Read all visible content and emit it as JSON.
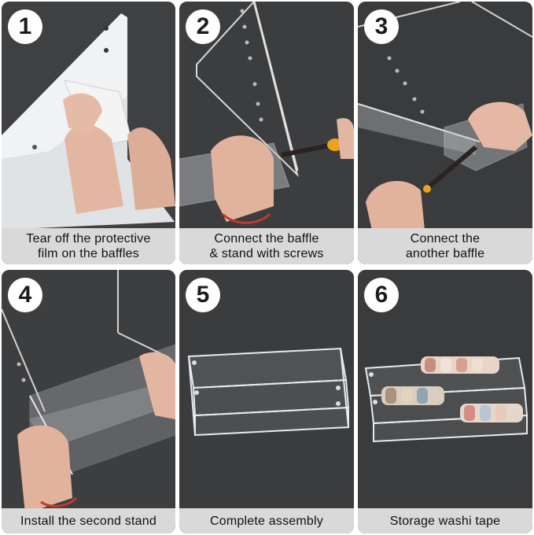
{
  "steps": [
    {
      "number": "1",
      "caption": "Tear off the protective\nfilm on the baffles"
    },
    {
      "number": "2",
      "caption": "Connect the baffle\n& stand with screws"
    },
    {
      "number": "3",
      "caption": "Connect the\nanother baffle"
    },
    {
      "number": "4",
      "caption": "Install the second stand"
    },
    {
      "number": "5",
      "caption": "Complete assembly"
    },
    {
      "number": "6",
      "caption": "Storage washi tape"
    }
  ]
}
